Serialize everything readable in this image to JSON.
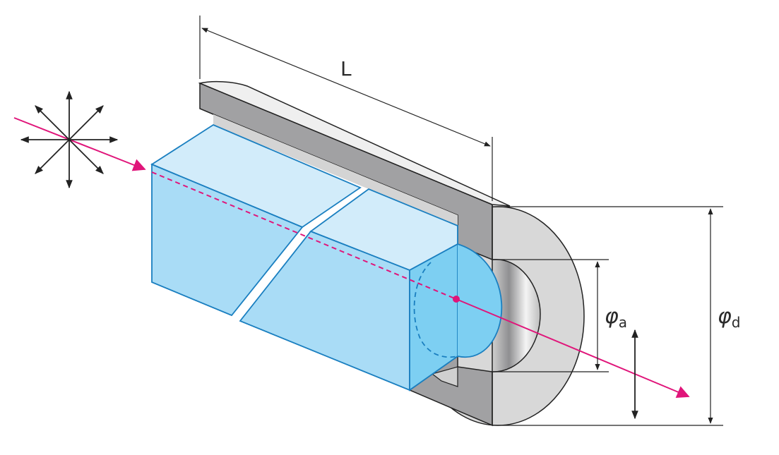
{
  "labels": {
    "length": "L",
    "aperture_symbol": "φ",
    "aperture_subscript": "a",
    "outer_symbol": "φ",
    "outer_subscript": "d"
  },
  "colors": {
    "beam": "#e0157a",
    "crystal_front": "#a9dcf6",
    "crystal_top": "#d2ecfa",
    "crystal_end": "#7dcff2",
    "crystal_edge": "#1a7fc0",
    "housing_dark": "#a1a1a3",
    "housing_light": "#d8d8d8",
    "housing_top": "#ededed",
    "outline": "#222222"
  },
  "icons": {
    "input_polarization": "unpolarized-star-icon",
    "output_polarization": "linear-polarization-icon"
  }
}
